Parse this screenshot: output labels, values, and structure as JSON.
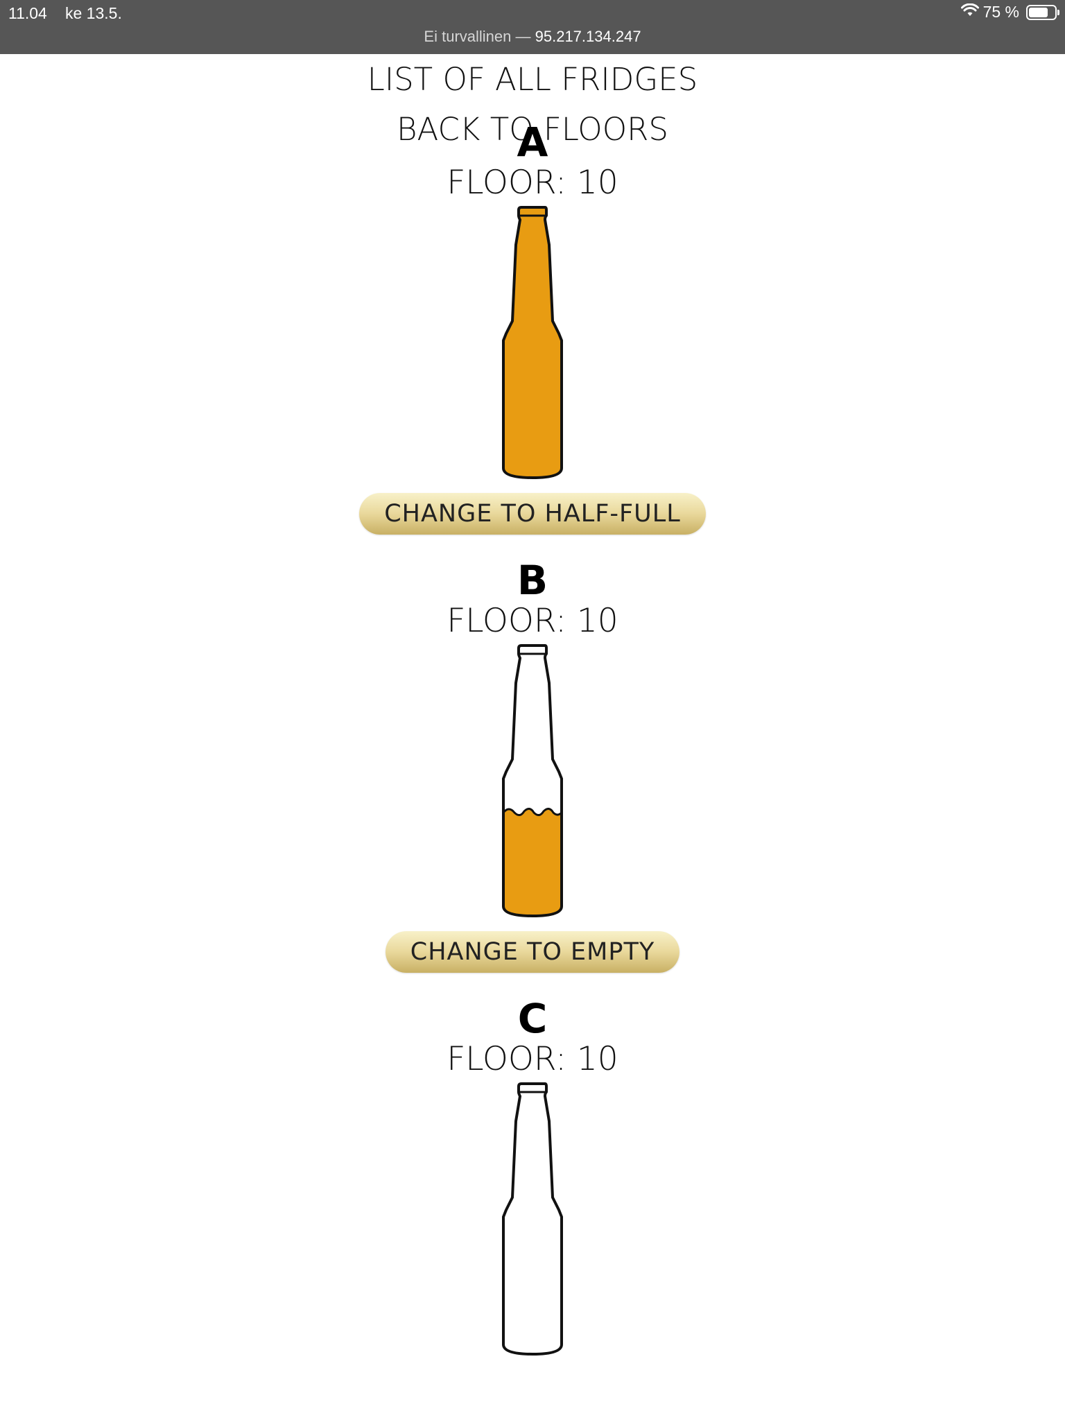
{
  "statusbar": {
    "time": "11.04",
    "date": "ke 13.5.",
    "battery_percent": "75 %",
    "battery_level": 0.75,
    "url_prefix": "Ei turvallinen —",
    "url_host": "95.217.134.247"
  },
  "nav": {
    "list_all": "LIST OF ALL FRIDGES",
    "back": "BACK TO FLOORS"
  },
  "colors": {
    "beer": "#E89C12",
    "button_gold": "#E9D89B",
    "statusbar": "#565656"
  },
  "fridges": [
    {
      "name": "A",
      "floor": "FLOOR: 10",
      "fill": 1.0,
      "button": "CHANGE TO HALF-FULL"
    },
    {
      "name": "B",
      "floor": "FLOOR: 10",
      "fill": 0.5,
      "button": "CHANGE TO EMPTY"
    },
    {
      "name": "C",
      "floor": "FLOOR: 10",
      "fill": 0.0,
      "button": ""
    }
  ]
}
